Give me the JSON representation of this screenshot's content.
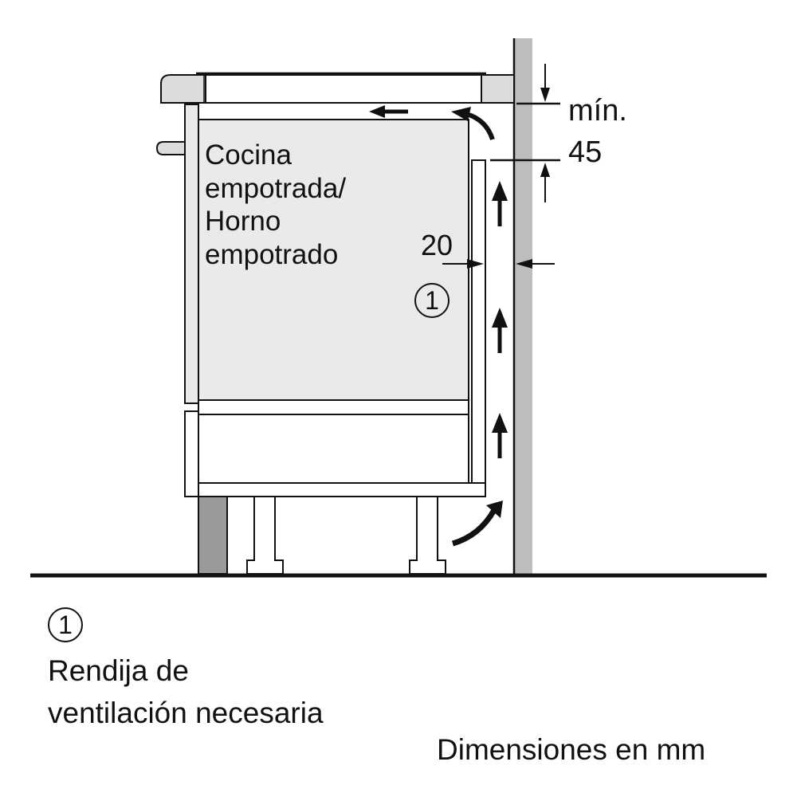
{
  "diagram": {
    "title": "Built-in hob / oven installation ventilation clearance",
    "oven_label": [
      "Cocina",
      "empotrada/",
      "Horno",
      "empotrado"
    ],
    "dimensions": {
      "side_gap": "20",
      "top_gap_prefix": "mín.",
      "top_gap_value": "45"
    },
    "callout_number": "1",
    "legend": {
      "number": "1",
      "lines": [
        "Rendija de",
        "ventilación necesaria"
      ]
    },
    "units_note": "Dimensiones en mm",
    "airflow_arrows": [
      "curved-up-bottom",
      "up-1",
      "up-2",
      "up-3",
      "curved-left-top",
      "left-top"
    ],
    "colors": {
      "line": "#111111",
      "panel_light": "#eaeaea",
      "worktop_gray": "#dcdcdc",
      "wall_gray": "#bdbdbd",
      "plinth_gray": "#9a9a9a",
      "background": "#ffffff"
    }
  }
}
